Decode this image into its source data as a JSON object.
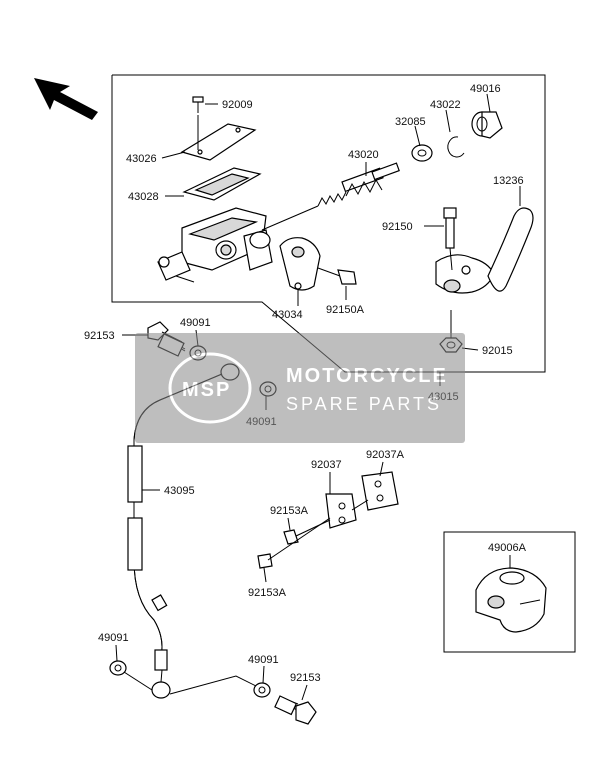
{
  "diagram": {
    "parts": {
      "p92009": "92009",
      "p43026": "43026",
      "p43028": "43028",
      "p43020": "43020",
      "p32085": "32085",
      "p43022": "43022",
      "p49016": "49016",
      "p13236": "13236",
      "p92150": "92150",
      "p43034": "43034",
      "p92150A": "92150A",
      "p92015": "92015",
      "p43015": "43015",
      "p92153_top": "92153",
      "p49091_a": "49091",
      "p49091_b": "49091",
      "p43095": "43095",
      "p92037": "92037",
      "p92037A": "92037A",
      "p92153A_a": "92153A",
      "p92153A_b": "92153A",
      "p49006A": "49006A",
      "p49091_c": "49091",
      "p49091_d": "49091",
      "p92153_bottom": "92153"
    },
    "watermark": {
      "line1": "MOTORCYCLE",
      "line2": "SPARE PARTS",
      "logo_text": "MSP"
    }
  }
}
